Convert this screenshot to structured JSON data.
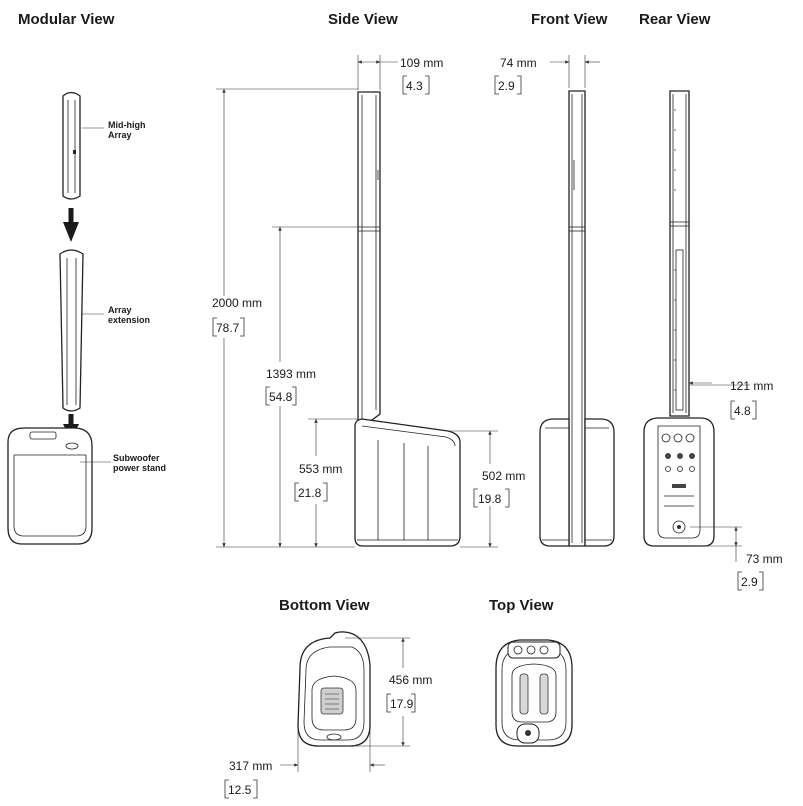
{
  "views": {
    "modular": {
      "title": "Modular View",
      "parts": [
        {
          "label_line1": "Mid-high",
          "label_line2": "Array"
        },
        {
          "label_line1": "Array",
          "label_line2": "extension"
        },
        {
          "label_line1": "Subwoofer",
          "label_line2": "power stand"
        }
      ]
    },
    "side": {
      "title": "Side View",
      "width": {
        "mm": "109 mm",
        "in": "4.3"
      },
      "total_height": {
        "mm": "2000 mm",
        "in": "78.7"
      },
      "extension_height": {
        "mm": "1393 mm",
        "in": "54.8"
      },
      "sub_height": {
        "mm": "553 mm",
        "in": "21.8"
      },
      "sub_body_height": {
        "mm": "502 mm",
        "in": "19.8"
      }
    },
    "front": {
      "title": "Front View",
      "width": {
        "mm": "74 mm",
        "in": "2.9"
      }
    },
    "rear": {
      "title": "Rear View",
      "array_offset": {
        "mm": "121 mm",
        "in": "4.8"
      },
      "base_offset": {
        "mm": "73 mm",
        "in": "2.9"
      }
    },
    "bottom": {
      "title": "Bottom View",
      "depth": {
        "mm": "456 mm",
        "in": "17.9"
      },
      "width": {
        "mm": "317 mm",
        "in": "12.5"
      }
    },
    "top": {
      "title": "Top View"
    }
  }
}
